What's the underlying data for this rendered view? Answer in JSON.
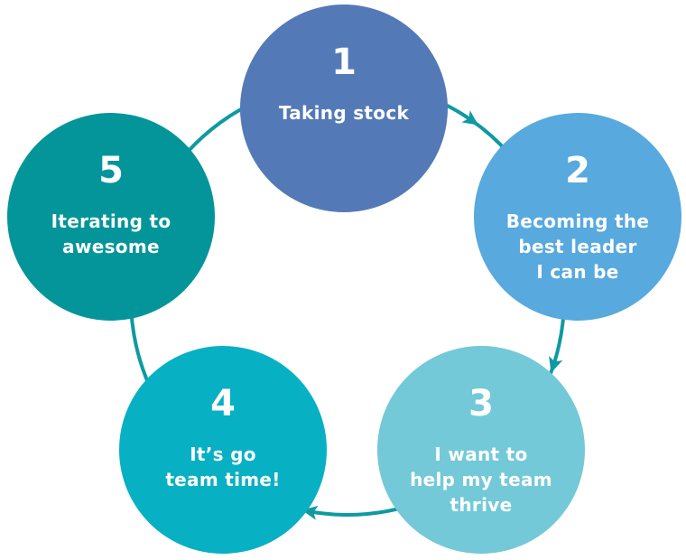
{
  "diagram": {
    "type": "cycle",
    "ring_color": "#0e9aa0",
    "steps": [
      {
        "number": "1",
        "lines": [
          "Taking stock"
        ],
        "color": "#5479b7"
      },
      {
        "number": "2",
        "lines": [
          "Becoming the",
          "best leader",
          "I can be"
        ],
        "color": "#57a9de"
      },
      {
        "number": "3",
        "lines": [
          "I want to",
          "help my team",
          "thrive"
        ],
        "color": "#73c9d7"
      },
      {
        "number": "4",
        "lines": [
          "It’s go",
          "team time!"
        ],
        "color": "#08b0c3"
      },
      {
        "number": "5",
        "lines": [
          "Iterating to",
          "awesome"
        ],
        "color": "#039599"
      }
    ]
  }
}
